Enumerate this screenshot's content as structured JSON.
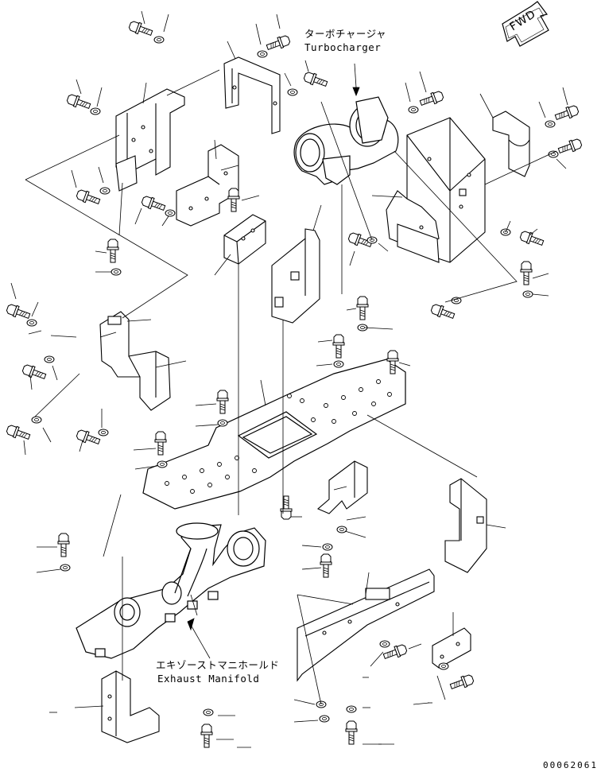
{
  "labels": {
    "turbocharger_jp": "ターボチャージャ",
    "turbocharger_en": "Turbocharger",
    "exhaust_manifold_jp": "エキゾーストマニホールド",
    "exhaust_manifold_en": "Exhaust Manifold",
    "fwd": "FWD",
    "drawing_number": "00062061"
  }
}
